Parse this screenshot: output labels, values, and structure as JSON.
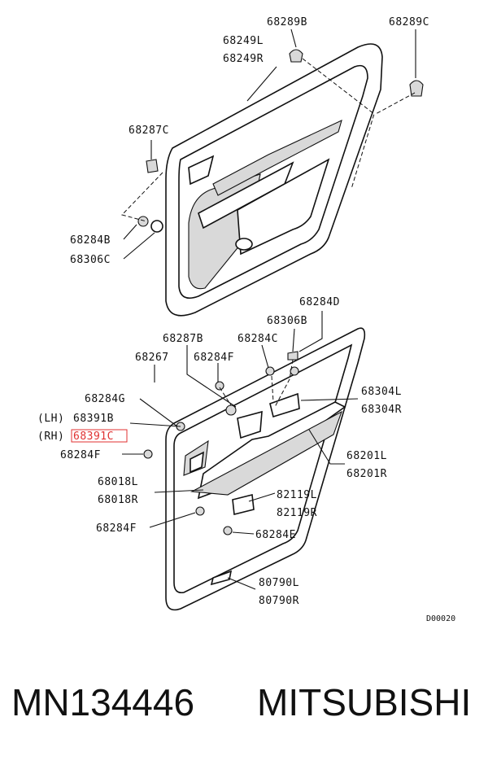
{
  "labels": {
    "l68289B": "68289B",
    "l68289C": "68289C",
    "l68249L": "68249L",
    "l68249R": "68249R",
    "l68287C": "68287C",
    "l68284B": "68284B",
    "l68306C": "68306C",
    "l68284D": "68284D",
    "l68306B": "68306B",
    "l68287B": "68287B",
    "l68284C": "68284C",
    "l68267": "68267",
    "l68284F_top": "68284F",
    "l68284G": "68284G",
    "l68304L": "68304L",
    "l68304R": "68304R",
    "lh_prefix": "(LH)",
    "l68391B": "68391B",
    "rh_prefix": "(RH)",
    "l68391C": "68391C",
    "l68284F_mid": "68284F",
    "l68201L": "68201L",
    "l68201R": "68201R",
    "l68018L": "68018L",
    "l68018R": "68018R",
    "l82119L": "82119L",
    "l82119R": "82119R",
    "l68284F_low": "68284F",
    "l68284E": "68284E",
    "l80790L": "80790L",
    "l80790R": "80790R",
    "diagram_code": "D00020"
  },
  "footer": {
    "part_number": "MN134446",
    "brand": "MITSUBISHI"
  },
  "colors": {
    "ink": "#111111",
    "highlight": "#e03030",
    "shade": "#d9d9d9"
  }
}
